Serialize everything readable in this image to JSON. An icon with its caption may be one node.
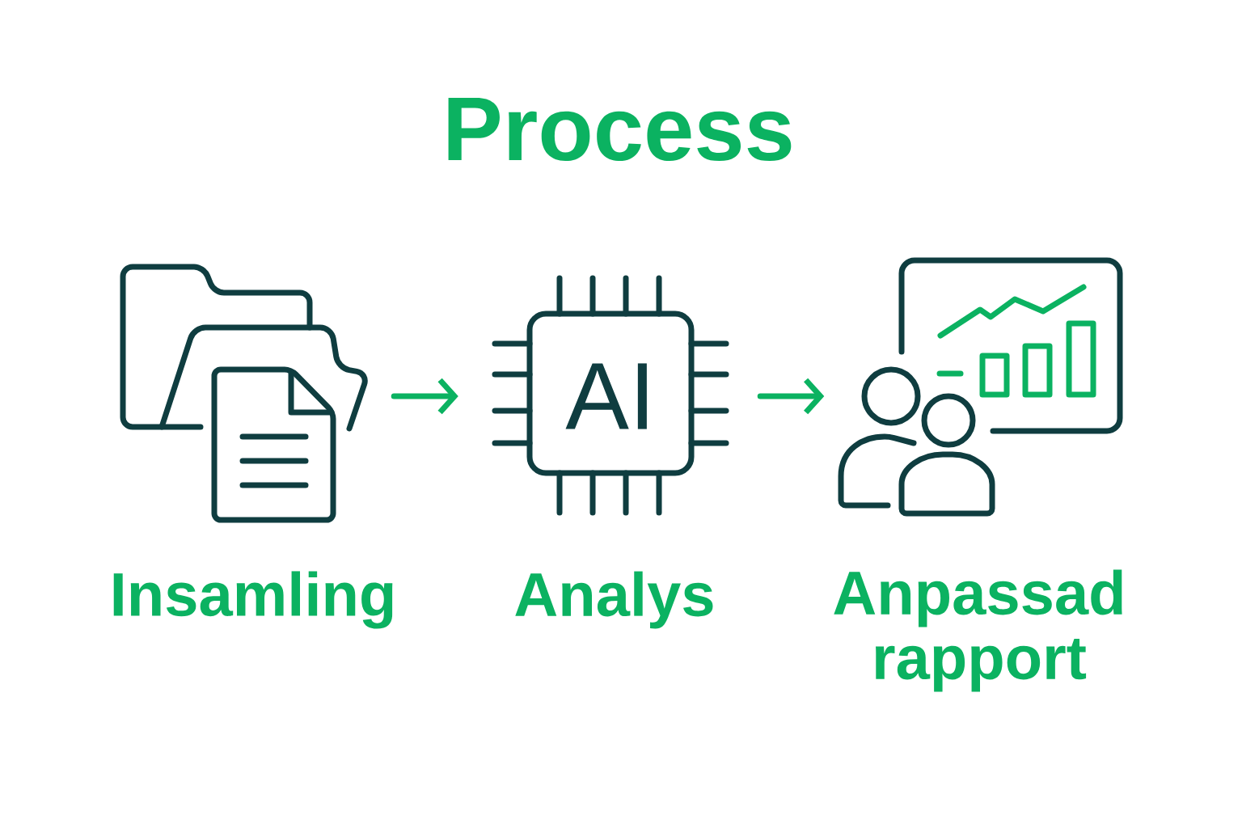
{
  "diagram": {
    "title": "Process",
    "nodes": [
      {
        "text": [
          "Insamling"
        ]
      },
      {
        "text": [
          "AI",
          "Analys"
        ]
      },
      {
        "text": [
          "Anpassad rapport"
        ]
      }
    ],
    "edges": [
      {
        "from": 0,
        "to": 1,
        "arrow": "to"
      },
      {
        "from": 1,
        "to": 2,
        "arrow": "to"
      }
    ]
  }
}
